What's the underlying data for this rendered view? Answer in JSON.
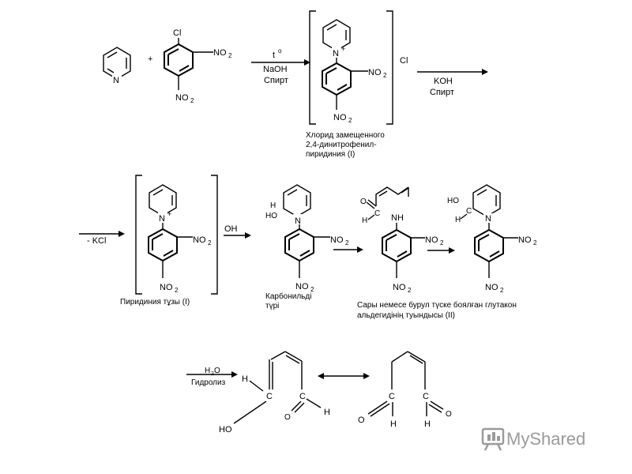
{
  "reaction1": {
    "pyridine_n": "N",
    "plus": "+",
    "cl": "Cl",
    "no2_right": "NO",
    "no2_bottom": "NO",
    "no2_sub": "2",
    "arrow_conditions": [
      "t",
      "NaOH",
      "Спирт"
    ],
    "temp_super": "o",
    "salt_n": "N",
    "salt_charge": "+",
    "salt_anion": "Cl",
    "salt_caption": [
      "Хлорид замещенного",
      "2,4-динитрофенил-",
      "пиридиния (I)"
    ],
    "arrow2_conditions": [
      "KOH",
      "Спирт"
    ]
  },
  "reaction2": {
    "minus_kcl": "- KCl",
    "salt_n": "N",
    "salt_charge": "+",
    "salt_caption": "Пиридиния тұзы (I)",
    "oh_label": "OH",
    "inter1_h": "H",
    "inter1_ho": "HO",
    "inter1_n": "N",
    "inter1_caption": [
      "Карбонильді",
      "түрі"
    ],
    "inter2_o": "O",
    "inter2_c": "C",
    "inter2_h": "H",
    "inter2_nh": "NH",
    "inter3_ho": "HO",
    "inter3_c": "C",
    "inter3_h": "H",
    "inter3_n": "N",
    "product_caption": [
      "Сары немесе бурул түске боялған глутакон",
      "альдегидінің туындысы (II)"
    ],
    "no2_label": "NO",
    "no2_sub": "2"
  },
  "reaction3": {
    "h2o": "H",
    "h2o_sub": "2",
    "h2o_o": "O",
    "hydrolysis": "Гидролиз",
    "left_h": "H",
    "left_c1": "C",
    "left_c2": "C",
    "left_ho": "HO",
    "left_o": "O",
    "left_h2": "H",
    "right_c1": "C",
    "right_c2": "C",
    "right_o1": "O",
    "right_o2": "O",
    "right_h1": "H",
    "right_h2": "H"
  },
  "watermark": {
    "text": "MyShared",
    "icon": "presentation-board-icon",
    "color": "#9a9a9a"
  }
}
